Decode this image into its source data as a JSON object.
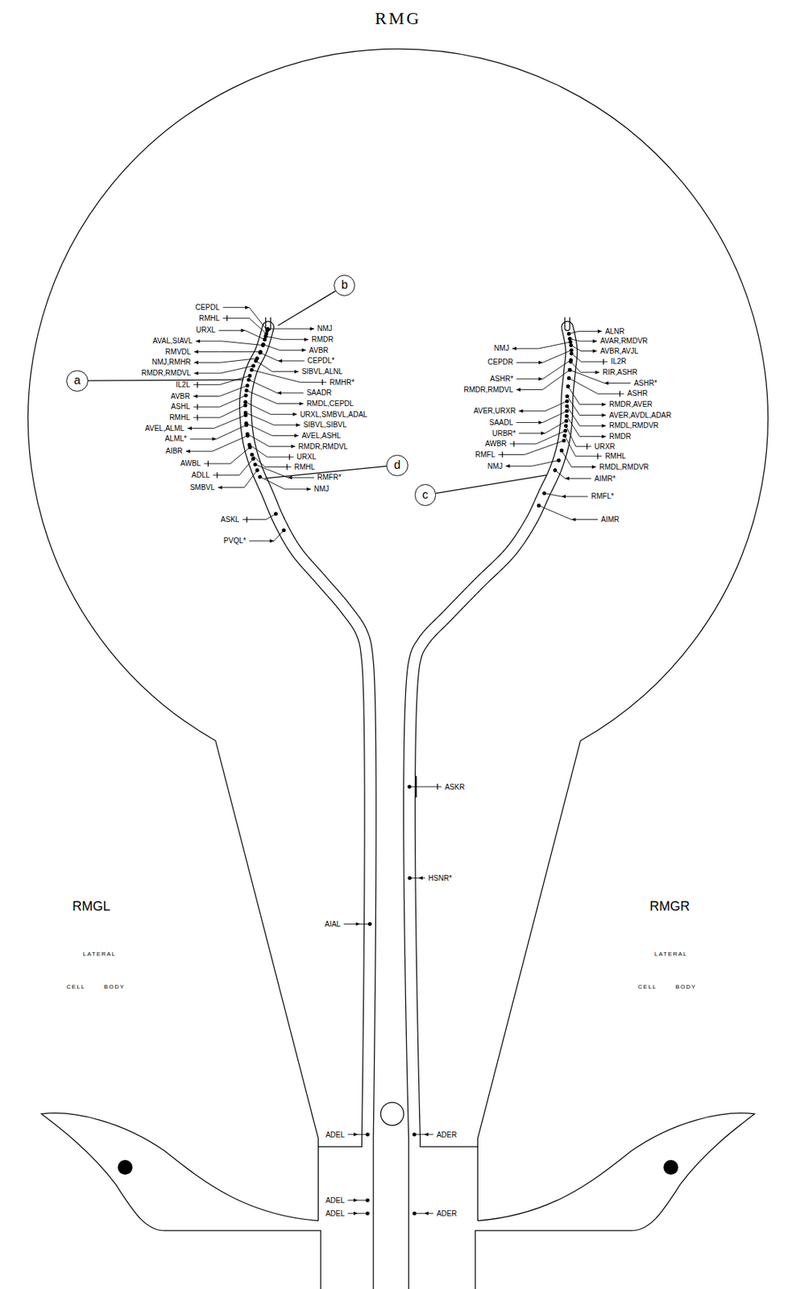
{
  "diagram": {
    "title": "RMG",
    "nodes": [
      {
        "text": [
          "b"
        ]
      },
      {
        "text": [
          "a"
        ]
      },
      {
        "text": [
          "d"
        ]
      },
      {
        "text": [
          "c"
        ]
      }
    ],
    "labels": [
      "CEPDL",
      "RMHL",
      "URXL",
      "AVAL,SIAVL",
      "RMVDL",
      "NMJ,RMHR",
      "RMDR,RMDVL",
      "IL2L",
      "AVBR",
      "ASHL",
      "RMHL",
      "AVEL,ALML",
      "ALML*",
      "AIBR",
      "AWBL",
      "ADLL",
      "SMBVL",
      "ASKL",
      "PVQL*",
      "NMJ",
      "RMDR",
      "AVBR",
      "CEPDL*",
      "SIBVL,ALNL",
      "RMHR*",
      "SAADR",
      "RMDL,CEPDL",
      "URXL,SMBVL,ADAL",
      "SIBVL,SIBVL",
      "AVEL,ASHL",
      "RMDR,RMDVL",
      "URXL",
      "RMHL",
      "RMFR*",
      "NMJ",
      "NMJ",
      "CEPDR",
      "ASHR*",
      "RMDR,RMDVL",
      "AVER,URXR",
      "SAADL",
      "URBR*",
      "AWBR",
      "RMFL",
      "NMJ",
      "ALNR",
      "AVAR,RMDVR",
      "AVBR,AVJL",
      "IL2R",
      "RIR,ASHR",
      "ASHR*",
      "ASHR",
      "RMDR,AVER",
      "AVER,AVDL,ADAR",
      "RMDL,RMDVR",
      "RMDR",
      "URXR",
      "RMHL",
      "RMDL,RMDVR",
      "AIMR*",
      "RMFL*",
      "AIMR",
      "ASKR",
      "HSNR*",
      "AIAL",
      "ADEL",
      "ADEL",
      "ADEL",
      "ADER",
      "ADER",
      "RMGL",
      "LATERAL",
      "CELL BODY",
      "RMGR",
      "LATERAL",
      "CELL BODY"
    ]
  }
}
